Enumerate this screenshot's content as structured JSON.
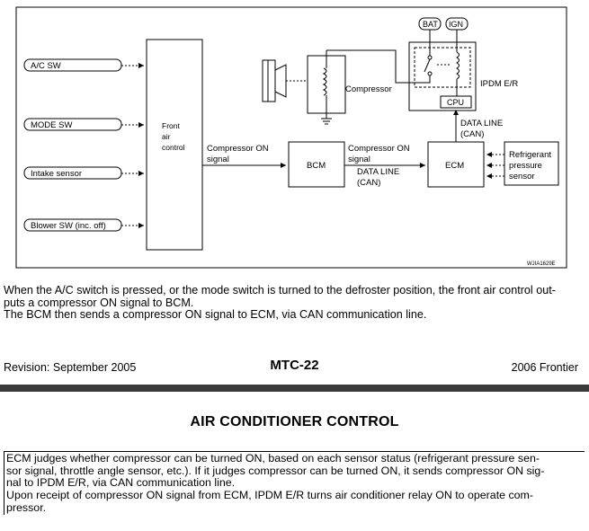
{
  "diagram": {
    "inputs": [
      "A/C SW",
      "MODE SW",
      "Intake sensor",
      "Blower SW (inc. off)"
    ],
    "front_air_control": [
      "Front",
      "air",
      "control"
    ],
    "bat": "BAT",
    "ign": "IGN",
    "compressor": "Compressor",
    "ipdm": "IPDM E/R",
    "cpu": "CPU",
    "data_line_1": [
      "DATA LINE",
      "(CAN)"
    ],
    "comp_on_signal_1": [
      "Compressor ON",
      "signal"
    ],
    "bcm": "BCM",
    "comp_on_signal_2": [
      "Compressor ON",
      "signal"
    ],
    "data_line_2": [
      "DATA LINE",
      "(CAN)"
    ],
    "ecm": "ECM",
    "refrigerant_sensor": [
      "Refrigerant",
      "pressure",
      "sensor"
    ],
    "figure_id": "WJIA1629E"
  },
  "paragraph1": [
    "When the A/C switch is pressed, or the mode switch is turned to the defroster position, the front air control out-",
    "puts a compressor ON signal to BCM.",
    "The BCM then sends a compressor ON signal to ECM, via CAN communication line."
  ],
  "footer": {
    "revision": "Revision: September 2005",
    "page": "MTC-22",
    "model": "2006 Frontier"
  },
  "section_title": "AIR CONDITIONER CONTROL",
  "paragraph2": [
    "ECM judges whether compressor can be turned ON, based on each sensor status (refrigerant pressure sen-",
    "sor signal, throttle angle sensor, etc.). If it judges compressor can be turned ON, it sends compressor ON sig-",
    "nal to IPDM E/R, via CAN communication line.",
    "Upon receipt of compressor ON signal from ECM, IPDM E/R turns air conditioner relay ON to operate com-",
    "pressor."
  ]
}
